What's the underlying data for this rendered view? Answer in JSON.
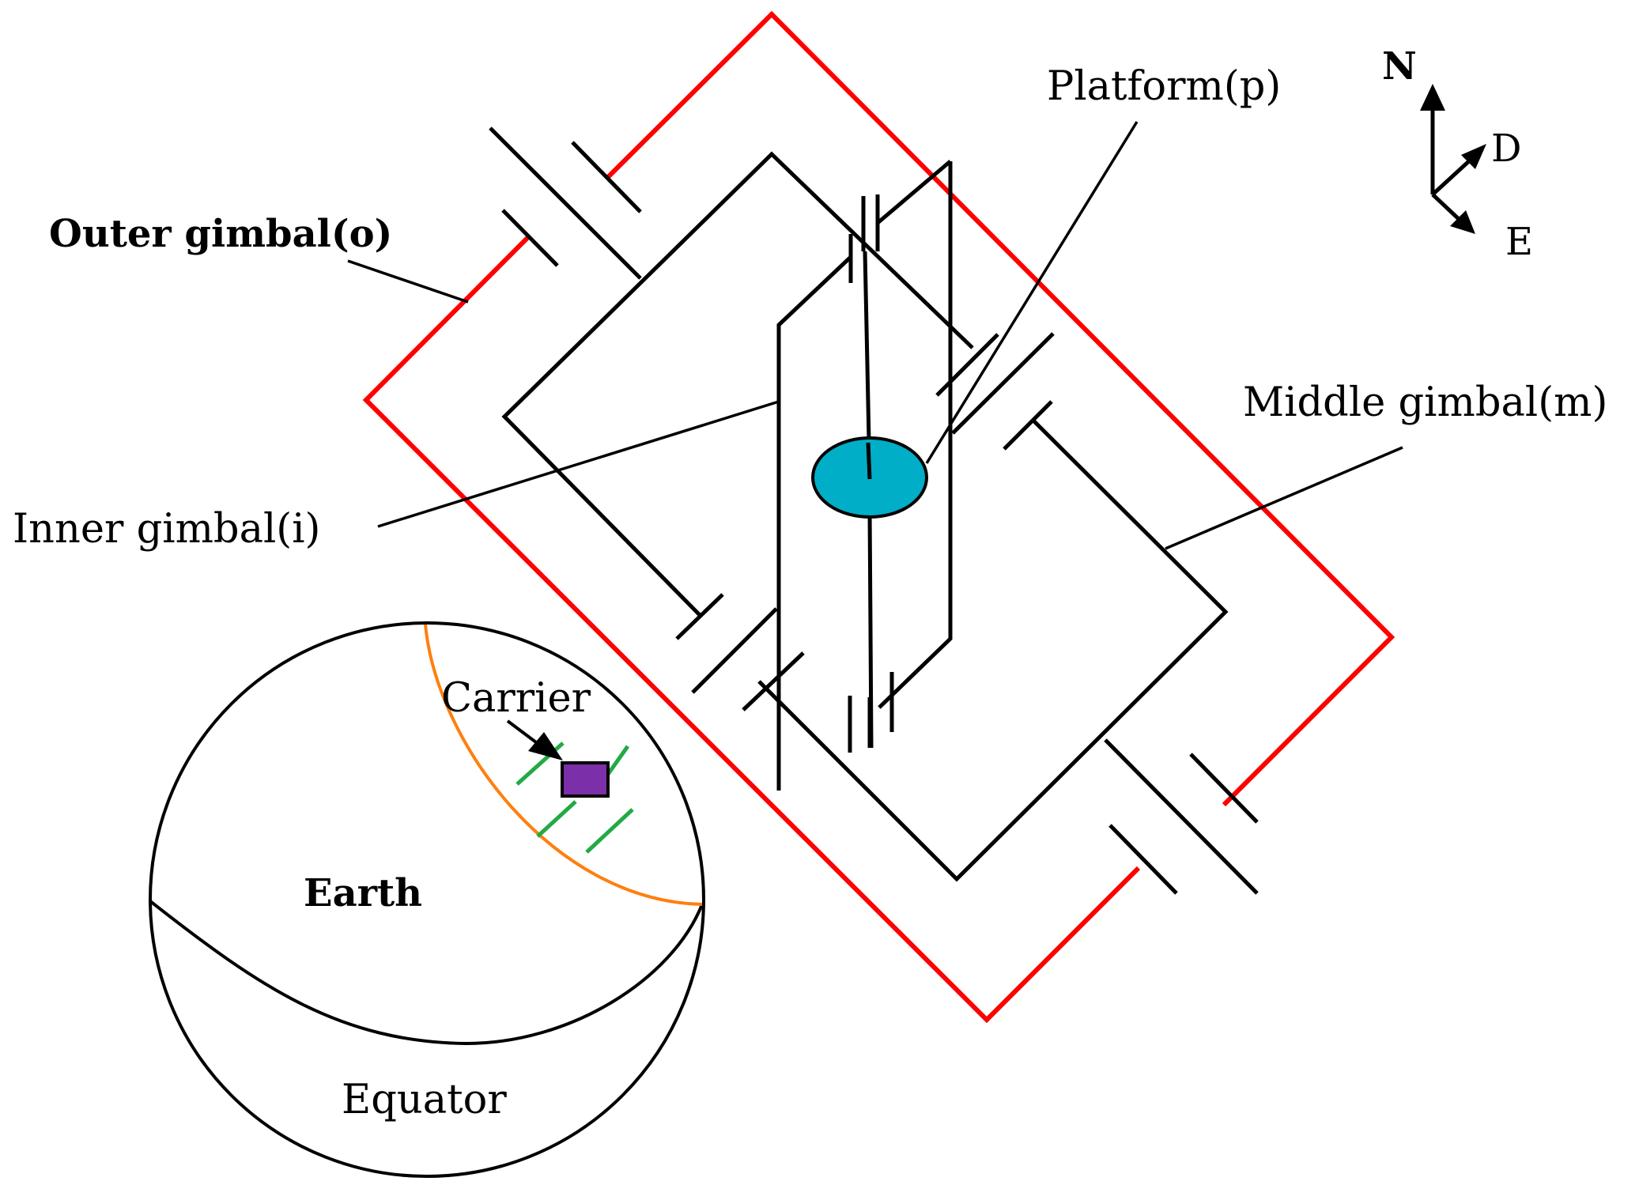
{
  "labels": {
    "outer_gimbal": "Outer gimbal(o)",
    "platform": "Platform(p)",
    "middle_gimbal": "Middle gimbal(m)",
    "inner_gimbal": "Inner gimbal(i)",
    "carrier": "Carrier",
    "earth": "Earth",
    "equator": "Equator"
  },
  "compass": {
    "north": "N",
    "down": "D",
    "east": "E"
  },
  "colors": {
    "outer_gimbal": "#ff0000",
    "middle_gimbal": "#000000",
    "inner_gimbal": "#000000",
    "platform": "#00aec7",
    "meridian": "#ff7f0e",
    "latitude_lines": "#22aa44",
    "carrier": "#7b2fa8"
  }
}
